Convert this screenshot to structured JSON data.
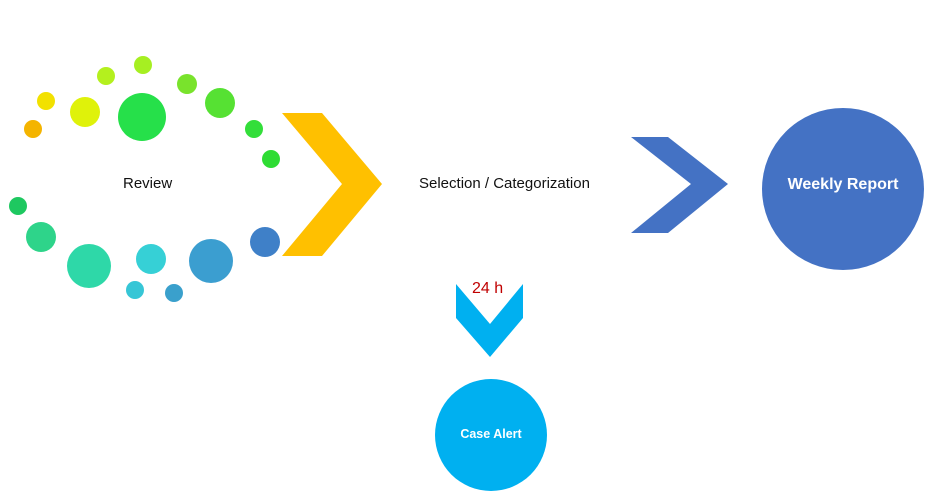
{
  "review": {
    "label": "Review",
    "dot_colors": [
      "#f4b400",
      "#f2e100",
      "#dff20a",
      "#b4f01e",
      "#a6ef22",
      "#26e04a",
      "#79e32c",
      "#56e133",
      "#33de3a",
      "#2edc33",
      "#1ec860",
      "#2ed48a",
      "#2ed8a8",
      "#36d0d6",
      "#36c6d6",
      "#3aa0cc",
      "#3b9ed0",
      "#3f80c8"
    ]
  },
  "selection": {
    "label": "Selection / Categorization"
  },
  "escalation": {
    "time_label": "24 h"
  },
  "weekly_report": {
    "label": "Weekly Report"
  },
  "case_alert": {
    "label": "Case Alert"
  },
  "colors": {
    "chevron_primary": "#ffc000",
    "chevron_secondary": "#4472c4",
    "chevron_down": "#00b0f0",
    "weekly_report_circle": "#4472c4",
    "case_alert_circle": "#00b0f0",
    "time_text": "#c00000"
  }
}
